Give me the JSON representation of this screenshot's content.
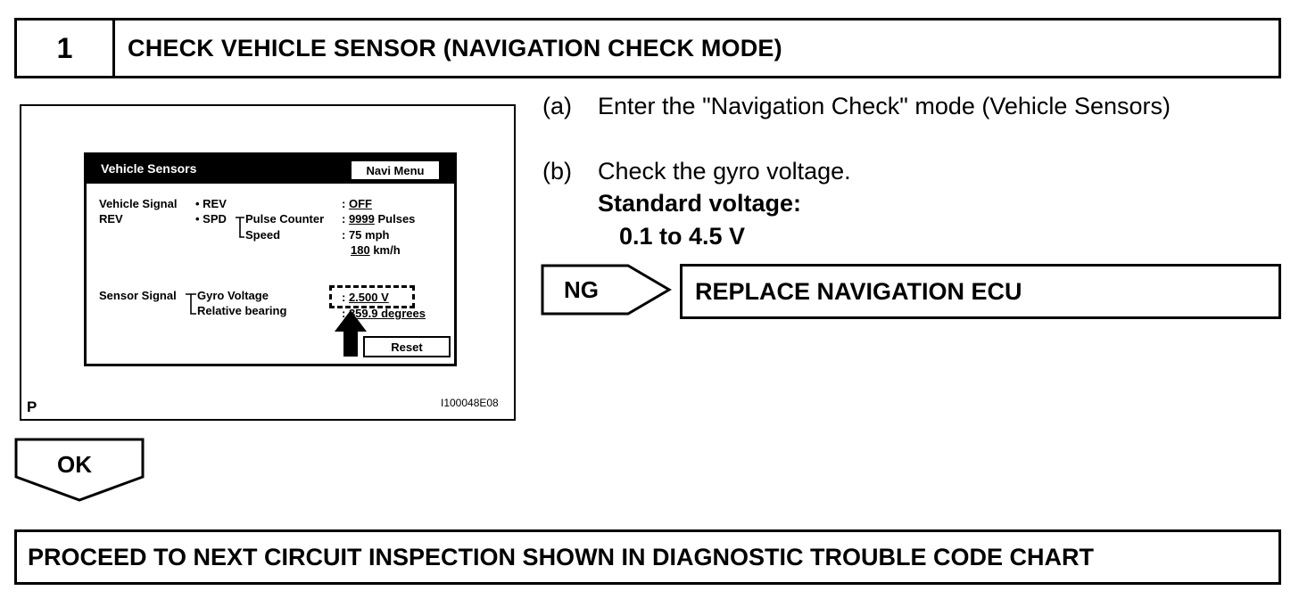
{
  "step": {
    "number": "1",
    "title": "CHECK VEHICLE SENSOR (NAVIGATION CHECK MODE)"
  },
  "figure": {
    "screen": {
      "title": "Vehicle Sensors",
      "navi_button": "Navi Menu",
      "vehicle_signal_label": "Vehicle Signal",
      "rev_label": "REV",
      "rev_item": "• REV",
      "spd_item": "• SPD",
      "pulse_counter_label": "Pulse Counter",
      "speed_label": "Speed",
      "rev_value": "OFF",
      "pulse_value": "9999",
      "pulse_unit": "Pulses",
      "speed_mph": "75 mph",
      "speed_kmh_value": "180",
      "speed_kmh_unit": "km/h",
      "sensor_signal_label": "Sensor Signal",
      "gyro_voltage_label": "Gyro Voltage",
      "relative_bearing_label": "Relative bearing",
      "gyro_value": "2.500 V",
      "bearing_value": "359.9 degrees",
      "reset_button": "Reset"
    },
    "corner_label": "P",
    "figure_id": "I100048E08"
  },
  "instructions": {
    "a_marker": "(a)",
    "a_text": "Enter the \"Navigation Check\" mode (Vehicle Sensors)",
    "b_marker": "(b)",
    "b_text": "Check the gyro voltage.",
    "standard_label": "Standard voltage:",
    "standard_value": "0.1 to 4.5 V"
  },
  "ng": {
    "label": "NG",
    "action": "REPLACE NAVIGATION ECU"
  },
  "ok": {
    "label": "OK"
  },
  "next_action": "PROCEED TO NEXT CIRCUIT INSPECTION SHOWN IN DIAGNOSTIC TROUBLE CODE CHART"
}
